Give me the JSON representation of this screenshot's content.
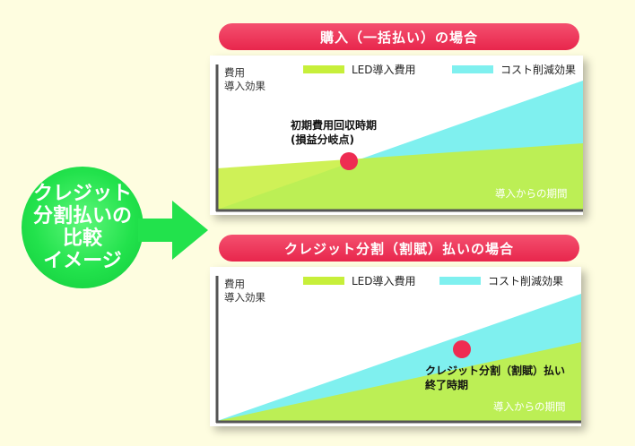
{
  "purchase": {
    "title": "購入（一括払い）の場合",
    "ylabel_line1": "費用",
    "ylabel_line2": "導入効果",
    "legend_cost": "LED導入費用",
    "legend_effect": "コスト削減効果",
    "annotation_line1": "初期費用回収時期",
    "annotation_line2": "(損益分岐点)",
    "period_label": "導入からの期間"
  },
  "credit": {
    "title": "クレジット分割（割賦）払いの場合",
    "ylabel_line1": "費用",
    "ylabel_line2": "導入効果",
    "legend_cost": "LED導入費用",
    "legend_effect": "コスト削減効果",
    "annotation_line1": "クレジット分割（割賦）払い",
    "annotation_line2": "終了時期",
    "period_label": "導入からの期間"
  },
  "comparison": {
    "line1": "クレジット",
    "line2": "分割払いの",
    "line3": "比較",
    "line4": "イメージ"
  },
  "colors": {
    "background": "#fefde0",
    "banner": "#e8264c",
    "cost_area": "#c7ef3a",
    "effect_area": "#7ff0ef",
    "marker": "#ee2c52",
    "circle": "#22e24c",
    "arrow": "#22e24c"
  }
}
